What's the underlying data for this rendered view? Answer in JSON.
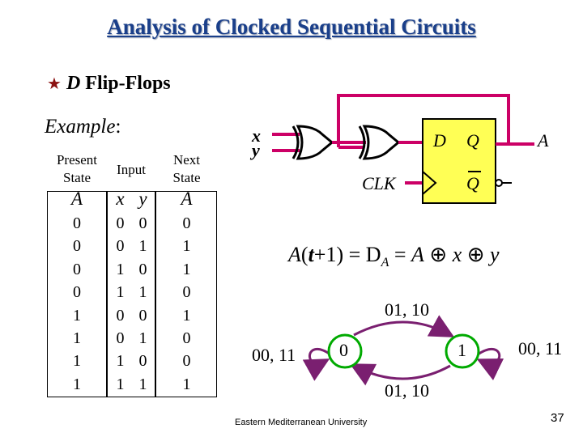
{
  "title": "Analysis of Clocked Sequential Circuits",
  "bullet": {
    "italic": "D",
    "text": "Flip-Flops"
  },
  "example": {
    "label": "Example",
    "colon": ":"
  },
  "table": {
    "headers": {
      "present": [
        "Present",
        "State"
      ],
      "input": "Input",
      "next": [
        "Next",
        "State"
      ]
    },
    "subheaders": {
      "present": "A",
      "x": "x",
      "y": "y",
      "next": "A"
    },
    "columns": {
      "A": [
        "0",
        "0",
        "0",
        "0",
        "1",
        "1",
        "1",
        "1"
      ],
      "x": [
        "0",
        "0",
        "1",
        "1",
        "0",
        "0",
        "1",
        "1"
      ],
      "y": [
        "0",
        "1",
        "0",
        "1",
        "0",
        "1",
        "0",
        "1"
      ],
      "A_next": [
        "0",
        "1",
        "1",
        "0",
        "1",
        "0",
        "0",
        "1"
      ]
    }
  },
  "circuit": {
    "x_label": "x",
    "y_label": "y",
    "D_label": "D",
    "Q_label": "Q",
    "Qbar_label": "Q",
    "clk_label": "CLK",
    "output_label": "A",
    "colors": {
      "wire": "#cc0066",
      "flipflop_fill": "#ffff55"
    }
  },
  "equation": {
    "A": "A",
    "t_expr_pre": "(",
    "t": "t",
    "t_expr_post": "+1) = D",
    "sub": "A",
    "rhs_pre": " = ",
    "rhs_A": "A",
    "x": "x",
    "y": "y"
  },
  "state_diagram": {
    "state0": "0",
    "state1": "1",
    "top_label": "01, 10",
    "bottom_label": "01, 10",
    "left_label": "00, 11",
    "right_label": "00, 11",
    "colors": {
      "node_border": "#00aa00",
      "arrow": "#7a1f70"
    }
  },
  "footer": "Eastern Mediterranean University",
  "page_number": "37"
}
